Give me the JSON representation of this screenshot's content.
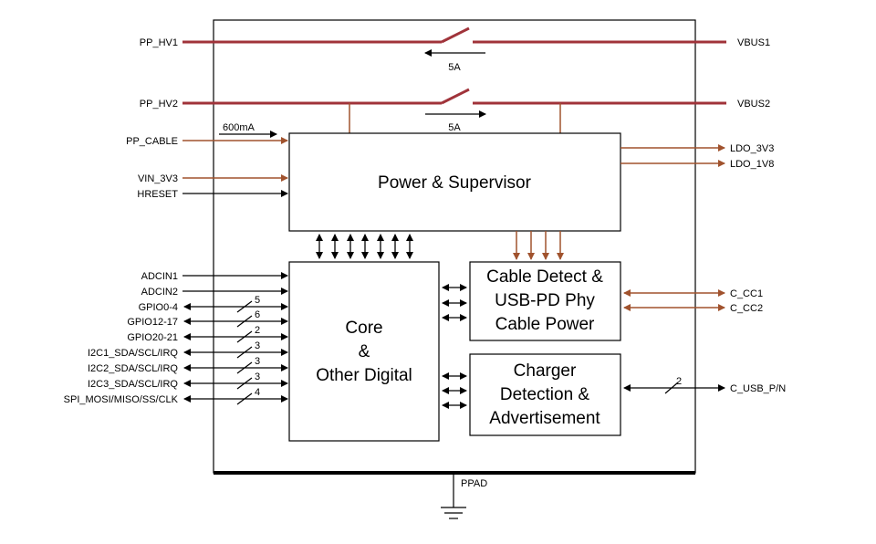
{
  "colors": {
    "power_rail": "#a0333a",
    "signal_brown": "#a0522d",
    "line_black": "#000000",
    "background": "#ffffff"
  },
  "rails": {
    "pp_hv1": "PP_HV1",
    "vbus1": "VBUS1",
    "pp_hv2": "PP_HV2",
    "vbus2": "VBUS2",
    "current_1": "5A",
    "current_2": "5A"
  },
  "left_pins": {
    "pp_cable": "PP_CABLE",
    "pp_cable_current": "600mA",
    "vin_3v3": "VIN_3V3",
    "hreset": "HRESET",
    "adcin1": "ADCIN1",
    "adcin2": "ADCIN2",
    "gpio0_4": "GPIO0-4",
    "gpio12_17": "GPIO12-17",
    "gpio20_21": "GPIO20-21",
    "i2c1": "I2C1_SDA/SCL/IRQ",
    "i2c2": "I2C2_SDA/SCL/IRQ",
    "i2c3": "I2C3_SDA/SCL/IRQ",
    "spi": "SPI_MOSI/MISO/SS/CLK"
  },
  "bus_widths": {
    "gpio0_4": "5",
    "gpio12_17": "6",
    "gpio20_21": "2",
    "i2c1": "3",
    "i2c2": "3",
    "i2c3": "3",
    "spi": "4",
    "c_usb": "2"
  },
  "right_pins": {
    "ldo_3v3": "LDO_3V3",
    "ldo_1v8": "LDO_1V8",
    "c_cc1": "C_CC1",
    "c_cc2": "C_CC2",
    "c_usb_pn": "C_USB_P/N"
  },
  "blocks": {
    "power": "Power & Supervisor",
    "core_1": "Core",
    "core_2": "&",
    "core_3": "Other Digital",
    "cable_1": "Cable Detect &",
    "cable_2": "USB-PD Phy",
    "cable_3": "Cable Power",
    "charger_1": "Charger",
    "charger_2": "Detection &",
    "charger_3": "Advertisement"
  },
  "ground": {
    "ppad": "PPAD"
  }
}
